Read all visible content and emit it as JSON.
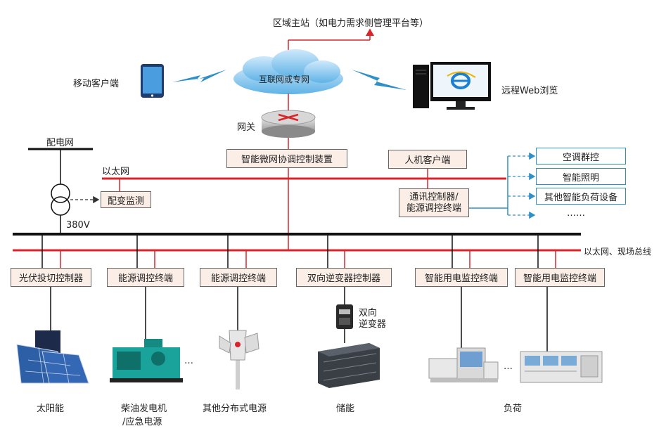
{
  "top": {
    "regional_master": "区域主站（如电力需求侧管理平台等）",
    "cloud": "互联网或专网",
    "mobile": "移动客户端",
    "web": "远程Web浏览",
    "gateway": "网关"
  },
  "grid": {
    "distribution": "配电网",
    "ethernet": "以太网",
    "voltage": "380V",
    "field_bus": "以太网、现场总线",
    "transformer_monitor": "配变监测"
  },
  "center": {
    "coordinator": "智能微网协调控制装置",
    "hmi": "人机客户端",
    "comm_controller_line1": "通讯控制器/",
    "comm_controller_line2": "能源调控终端"
  },
  "loads": {
    "items": [
      "空调群控",
      "智能照明",
      "其他智能负荷设备"
    ],
    "more": "……"
  },
  "controllers": [
    "光伏投切控制器",
    "能源调控终端",
    "能源调控终端",
    "双向逆变器控制器",
    "智能用电监控终端",
    "智能用电监控终端"
  ],
  "devices": {
    "solar": "太阳能",
    "diesel_line1": "柴油发电机",
    "diesel_line2": "/应急电源",
    "other_dist": "其他分布式电源",
    "storage": "储能",
    "inverter_line1": "双向",
    "inverter_line2": "逆变器",
    "load": "负荷",
    "ellipsis": "…"
  },
  "colors": {
    "red_bus": "#d9252a",
    "black_bus": "#111111",
    "box_fill": "#fbeee6",
    "blue_link": "#2f8fc7"
  }
}
